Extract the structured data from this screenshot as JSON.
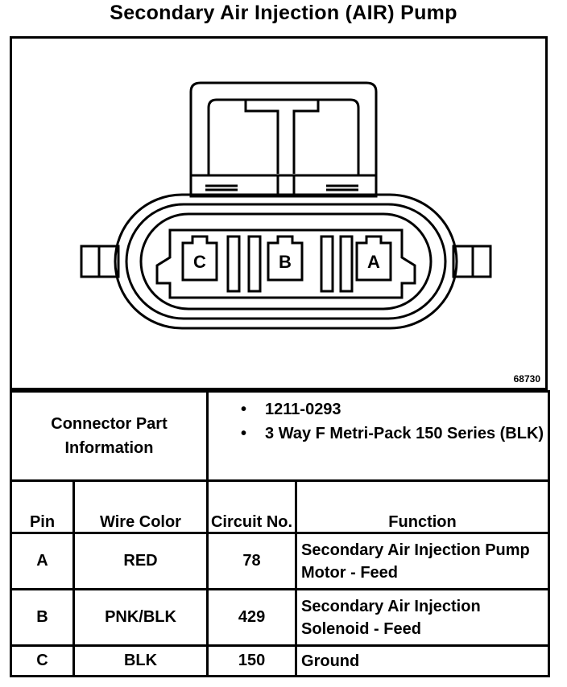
{
  "title": "Secondary Air Injection (AIR) Pump",
  "figure_id": "68730",
  "connector": {
    "pin_labels": [
      "C",
      "B",
      "A"
    ]
  },
  "part_info": {
    "label": "Connector Part Information",
    "items": [
      "1211-0293",
      "3 Way F Metri-Pack 150 Series (BLK)"
    ]
  },
  "table": {
    "headers": {
      "pin": "Pin",
      "wire_color": "Wire Color",
      "circuit": "Circuit No.",
      "function": "Function"
    },
    "rows": [
      {
        "pin": "A",
        "wire_color": "RED",
        "circuit": "78",
        "function": "Secondary Air Injection Pump Motor - Feed"
      },
      {
        "pin": "B",
        "wire_color": "PNK/BLK",
        "circuit": "429",
        "function": "Secondary Air Injection Solenoid - Feed"
      },
      {
        "pin": "C",
        "wire_color": "BLK",
        "circuit": "150",
        "function": "Ground"
      }
    ]
  }
}
